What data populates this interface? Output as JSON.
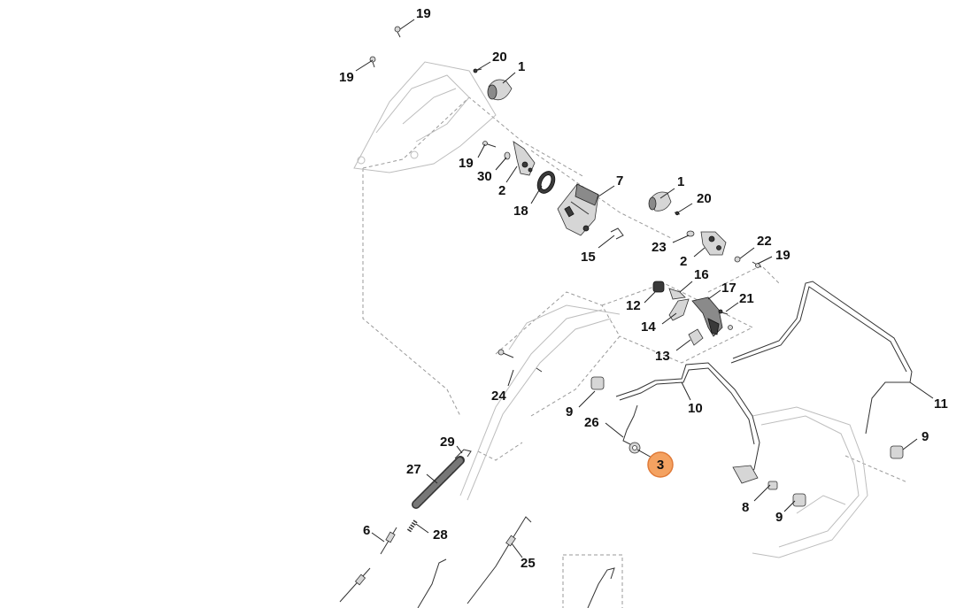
{
  "diagram": {
    "labels": [
      {
        "id": "l-19a",
        "text": "19"
      },
      {
        "id": "l-19b",
        "text": "19"
      },
      {
        "id": "l-20a",
        "text": "20"
      },
      {
        "id": "l-1a",
        "text": "1"
      },
      {
        "id": "l-19c",
        "text": "19"
      },
      {
        "id": "l-30",
        "text": "30"
      },
      {
        "id": "l-2a",
        "text": "2"
      },
      {
        "id": "l-18",
        "text": "18"
      },
      {
        "id": "l-7",
        "text": "7"
      },
      {
        "id": "l-15",
        "text": "15"
      },
      {
        "id": "l-1b",
        "text": "1"
      },
      {
        "id": "l-20b",
        "text": "20"
      },
      {
        "id": "l-23",
        "text": "23"
      },
      {
        "id": "l-2b",
        "text": "2"
      },
      {
        "id": "l-22",
        "text": "22"
      },
      {
        "id": "l-19d",
        "text": "19"
      },
      {
        "id": "l-16",
        "text": "16"
      },
      {
        "id": "l-12",
        "text": "12"
      },
      {
        "id": "l-17",
        "text": "17"
      },
      {
        "id": "l-21",
        "text": "21"
      },
      {
        "id": "l-14",
        "text": "14"
      },
      {
        "id": "l-13",
        "text": "13"
      },
      {
        "id": "l-24",
        "text": "24"
      },
      {
        "id": "l-9a",
        "text": "9"
      },
      {
        "id": "l-10",
        "text": "10"
      },
      {
        "id": "l-11",
        "text": "11"
      },
      {
        "id": "l-26",
        "text": "26"
      },
      {
        "id": "l-9b",
        "text": "9"
      },
      {
        "id": "l-29",
        "text": "29"
      },
      {
        "id": "l-27",
        "text": "27"
      },
      {
        "id": "l-8",
        "text": "8"
      },
      {
        "id": "l-9c",
        "text": "9"
      },
      {
        "id": "l-6",
        "text": "6"
      },
      {
        "id": "l-28",
        "text": "28"
      },
      {
        "id": "l-25",
        "text": "25"
      }
    ],
    "highlighted_callout": {
      "text": "3",
      "color": "#f4a261",
      "border_color": "#e07b39"
    }
  }
}
